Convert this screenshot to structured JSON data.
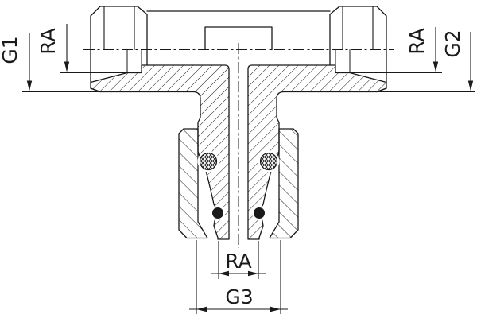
{
  "drawing": {
    "description": "Cross-section technical drawing of a hydraulic tee fitting with two male/swivel hex ends on the horizontal arm and a swivel nut with O-ring seals on the vertical leg",
    "colors": {
      "line": "#1a1a1a",
      "background": "#ffffff"
    }
  },
  "dimensions": {
    "g1": {
      "label": "G1",
      "side": "left"
    },
    "ra_left": {
      "label": "RA",
      "side": "left"
    },
    "ra_right": {
      "label": "RA",
      "side": "right"
    },
    "g2": {
      "label": "G2",
      "side": "right"
    },
    "ra_bottom": {
      "label": "RA",
      "side": "bottom"
    },
    "g3": {
      "label": "G3",
      "side": "bottom"
    }
  }
}
